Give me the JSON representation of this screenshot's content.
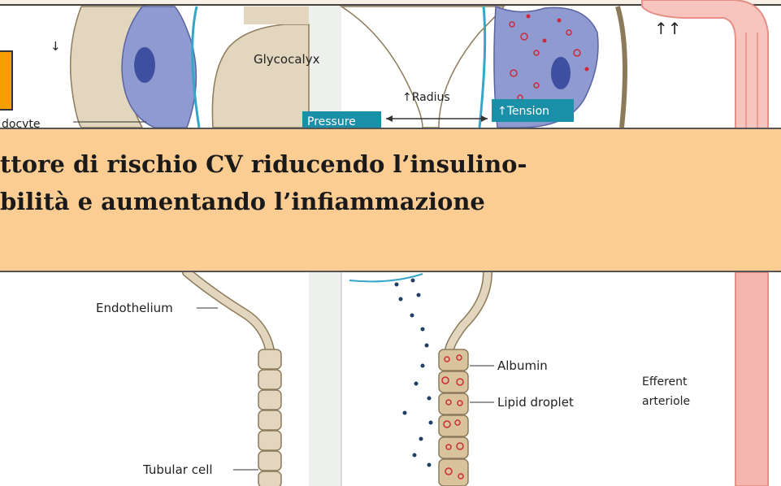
{
  "figure": {
    "labels": {
      "glycocalyx": "Glycocalyx",
      "radius": "↑Radius",
      "tension": "↑Tension",
      "pressure": "Pressure",
      "podocyte_partial": "docyte",
      "endothelium": "Endothelium",
      "tubular_cell": "Tubular cell",
      "albumin": "Albumin",
      "lipid_droplet": "Lipid droplet",
      "efferent_line1": "Efferent",
      "efferent_line2": "arteriole",
      "arrow_down": "↓",
      "arrows_up": "↑↑"
    },
    "colors": {
      "teal_box": "#1a8fa8",
      "podocyte": "#8f9ad0",
      "nucleus": "#3f4fa0",
      "cell_beige": "#e2d6be",
      "vessel_pink": "#f4b6ae",
      "lipid_red": "#cc2a3a",
      "dot_navy": "#1f3f66"
    }
  },
  "banner": {
    "line1": "ttore di rischio CV riducendo l’insulino-",
    "line2": "bilità e aumentando l’infiammazione",
    "background": "#fbcd93",
    "tab_color": "#f5a000"
  }
}
